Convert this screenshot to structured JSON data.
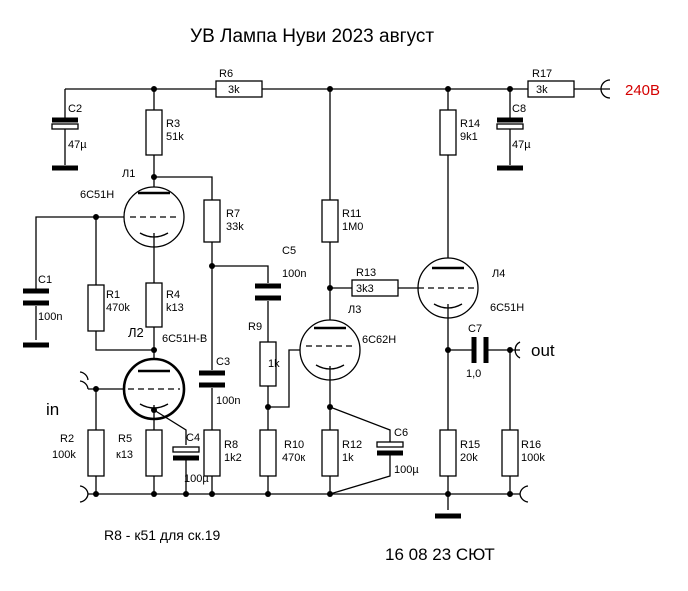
{
  "title": "УВ Лампа Нуви 2023 август",
  "note": "R8  - к51 для ск.19",
  "signature": "16 08 23 СЮТ",
  "supply": {
    "label": "240В",
    "color": "#d40000"
  },
  "terminals": {
    "in": "in",
    "out": "out"
  },
  "tubes": {
    "L1": {
      "ref": "Л1",
      "type": "6С51Н"
    },
    "L2": {
      "ref": "Л2",
      "type": "6С51Н-В"
    },
    "L3": {
      "ref": "Л3",
      "type": "6С62Н"
    },
    "L4": {
      "ref": "Л4",
      "type": "6С51Н"
    }
  },
  "resistors": {
    "R1": {
      "ref": "R1",
      "value": "470k"
    },
    "R2": {
      "ref": "R2",
      "value": "100k"
    },
    "R3": {
      "ref": "R3",
      "value": "51k"
    },
    "R4": {
      "ref": "R4",
      "value": "k13"
    },
    "R5": {
      "ref": "R5",
      "value": "к13"
    },
    "R6": {
      "ref": "R6",
      "value": "3k"
    },
    "R7": {
      "ref": "R7",
      "value": "33k"
    },
    "R8": {
      "ref": "R8",
      "value": "1k2"
    },
    "R9": {
      "ref": "R9",
      "value": "1k"
    },
    "R10": {
      "ref": "R10",
      "value": "470к"
    },
    "R11": {
      "ref": "R11",
      "value": "1М0"
    },
    "R12": {
      "ref": "R12",
      "value": "1k"
    },
    "R13": {
      "ref": "R13",
      "value": "3k3"
    },
    "R14": {
      "ref": "R14",
      "value": "9k1"
    },
    "R15": {
      "ref": "R15",
      "value": "20k"
    },
    "R16": {
      "ref": "R16",
      "value": "100k"
    },
    "R17": {
      "ref": "R17",
      "value": "3k"
    }
  },
  "capacitors": {
    "C1": {
      "ref": "C1",
      "value": "100n"
    },
    "C2": {
      "ref": "C2",
      "value": "47µ"
    },
    "C3": {
      "ref": "C3",
      "value": "100n"
    },
    "C4": {
      "ref": "C4",
      "value": "100µ"
    },
    "C5": {
      "ref": "C5",
      "value": "100n"
    },
    "C6": {
      "ref": "C6",
      "value": "100µ"
    },
    "C7": {
      "ref": "C7",
      "value": "1,0"
    },
    "C8": {
      "ref": "C8",
      "value": "47µ"
    }
  }
}
